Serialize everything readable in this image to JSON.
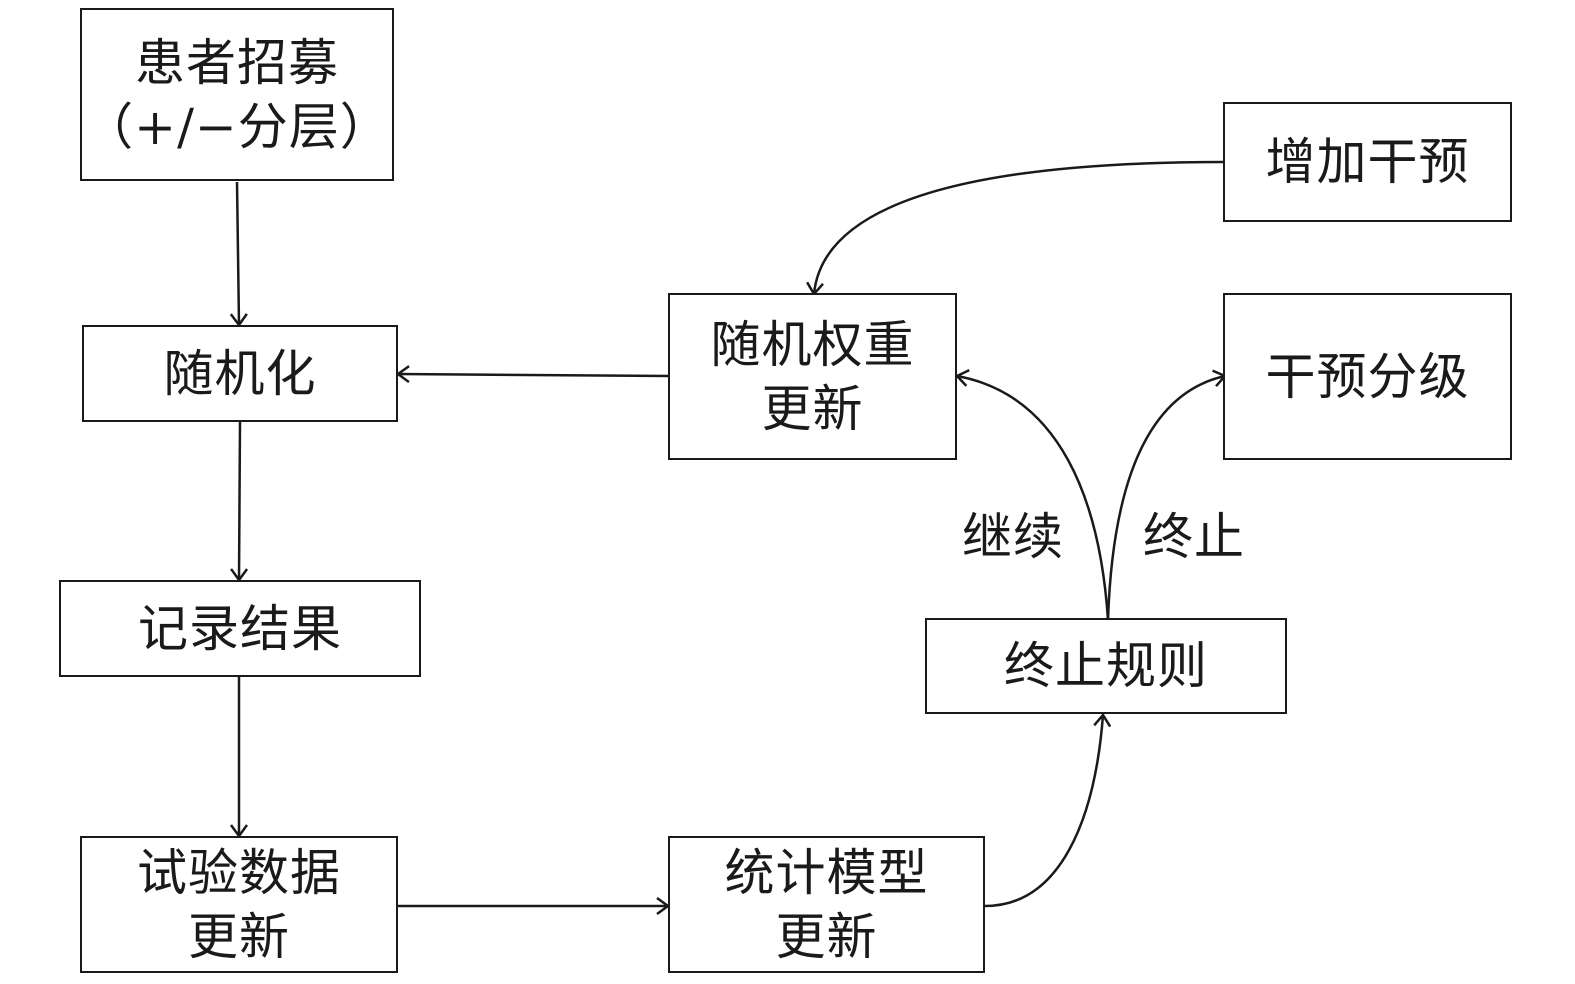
{
  "nodes": {
    "recruit": {
      "line1": "患者招募",
      "line2": "（+/−分层）"
    },
    "randomize": {
      "line1": "随机化"
    },
    "record": {
      "line1": "记录结果"
    },
    "trial_data": {
      "line1": "试验数据",
      "line2": "更新"
    },
    "stat_model": {
      "line1": "统计模型",
      "line2": "更新"
    },
    "stop_rule": {
      "line1": "终止规则"
    },
    "weight_update": {
      "line1": "随机权重",
      "line2": "更新"
    },
    "add_intervention": {
      "line1": "增加干预"
    },
    "intervention_grade": {
      "line1": "干预分级"
    }
  },
  "edge_labels": {
    "continue": "继续",
    "stop": "终止"
  }
}
